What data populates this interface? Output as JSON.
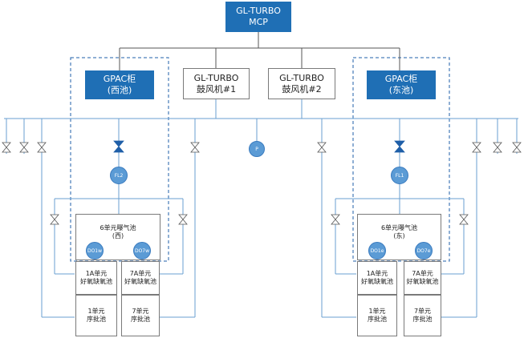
{
  "mcp": {
    "line1": "GL-TURBO",
    "line2": "MCP"
  },
  "blowers": [
    {
      "line1": "GL-TURBO",
      "line2": "鼓风机#1"
    },
    {
      "line1": "GL-TURBO",
      "line2": "鼓风机#2"
    }
  ],
  "gpac_west": {
    "line1": "GPAC柜",
    "line2": "(西池)"
  },
  "gpac_east": {
    "line1": "GPAC柜",
    "line2": "(东池)"
  },
  "pressure_sensor": "P",
  "flow_meters": {
    "west": "FL2",
    "east": "FL1"
  },
  "aeration_west": {
    "line1": "6单元曝气池",
    "line2": "(西)",
    "do1": "DO1w",
    "do2": "DO7w"
  },
  "aeration_east": {
    "line1": "6单元曝气池",
    "line2": "(东)",
    "do1": "DO1e",
    "do2": "DO7e"
  },
  "anoxic_west": [
    {
      "line1": "1A单元",
      "line2": "好氧缺氧池"
    },
    {
      "line1": "7A单元",
      "line2": "好氧缺氧池"
    }
  ],
  "batch_west": [
    {
      "line1": "1单元",
      "line2": "序批池"
    },
    {
      "line1": "7单元",
      "line2": "序批池"
    }
  ],
  "anoxic_east": [
    {
      "line1": "1A单元",
      "line2": "好氧缺氧池"
    },
    {
      "line1": "7A单元",
      "line2": "好氧缺氧池"
    }
  ],
  "batch_east": [
    {
      "line1": "1单元",
      "line2": "序批池"
    },
    {
      "line1": "7单元",
      "line2": "序批池"
    }
  ],
  "colors": {
    "blue_box": "#1f6fb5",
    "pipe": "#6a9fd0",
    "sensor": "#5b9bd5",
    "valve": "#1f5fa8",
    "outline": "#7a7a7a"
  }
}
